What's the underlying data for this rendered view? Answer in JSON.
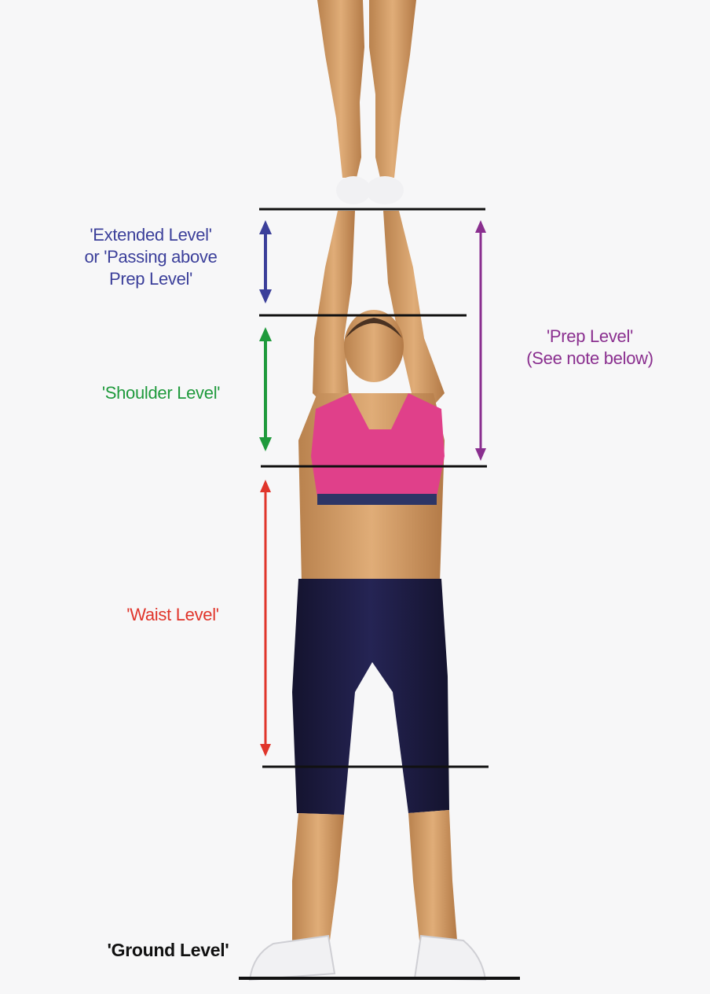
{
  "levels": {
    "extended": {
      "lines": [
        "'Extended Level'",
        "or 'Passing above",
        "Prep Level'"
      ],
      "color": "#3b3f9a"
    },
    "shoulder": {
      "text": "'Shoulder Level'",
      "color": "#1f9a3c"
    },
    "prep": {
      "lines": [
        "'Prep Level'",
        "(See note below)"
      ],
      "color": "#8a2f8f"
    },
    "waist": {
      "text": "'Waist Level'",
      "color": "#e0352b"
    },
    "ground": {
      "text": "'Ground Level'",
      "color": "#111111"
    }
  },
  "colors": {
    "skin": "#d9a26a",
    "top": "#e0408a",
    "trim": "#2d3566",
    "pants": "#1b1a3d",
    "shoe": "#f1f1f3",
    "line": "#111111"
  }
}
